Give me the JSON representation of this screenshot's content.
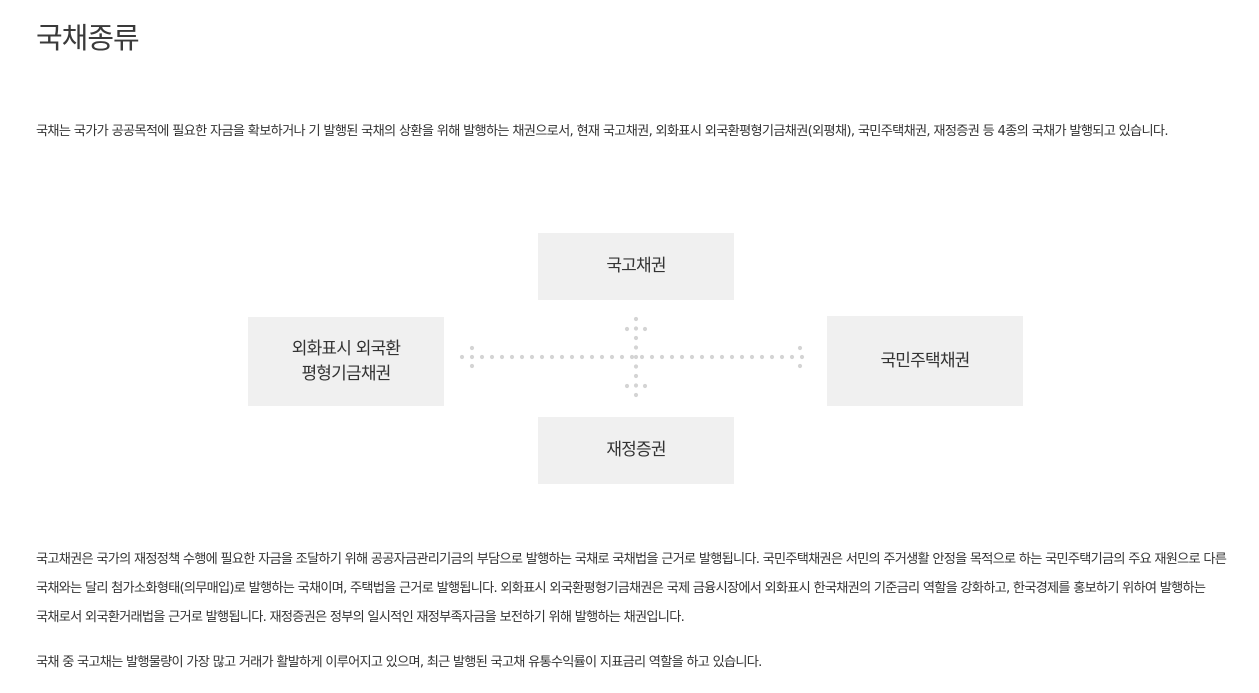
{
  "title": "국채종류",
  "intro": "국채는 국가가 공공목적에 필요한 자금을 확보하거나 기 발행된 국채의 상환을 위해 발행하는 채권으로서, 현재 국고채권, 외화표시 외국환평형기금채권(외평채), 국민주택채권, 재정증권 등 4종의 국채가 발행되고 있습니다.",
  "diagram": {
    "top": "국고채권",
    "left": "외화표시 외국환\n평형기금채권",
    "right": "국민주택채권",
    "bottom": "재정증권",
    "dot_color": "#d4d4d4",
    "box_color": "#f0f0f0"
  },
  "paragraphs": [
    "국고채권은 국가의 재정정책 수행에 필요한 자금을 조달하기 위해 공공자금관리기금의 부담으로 발행하는 국채로 국채법을 근거로 발행됩니다. 국민주택채권은 서민의 주거생활 안정을 목적으로 하는 국민주택기금의 주요 재원으로 다른 국채와는 달리 첨가소화형태(의무매입)로 발행하는 국채이며, 주택법을 근거로 발행됩니다. 외화표시 외국환평형기금채권은 국제 금융시장에서 외화표시 한국채권의 기준금리 역할을 강화하고, 한국경제를 홍보하기 위하여 발행하는 국채로서 외국환거래법을 근거로 발행됩니다. 재정증권은 정부의 일시적인 재정부족자금을 보전하기 위해 발행하는 채권입니다.",
    "국채 중 국고채는 발행물량이 가장 많고 거래가 활발하게 이루어지고 있으며, 최근 발행된 국고채 유통수익률이 지표금리 역할을 하고 있습니다."
  ]
}
